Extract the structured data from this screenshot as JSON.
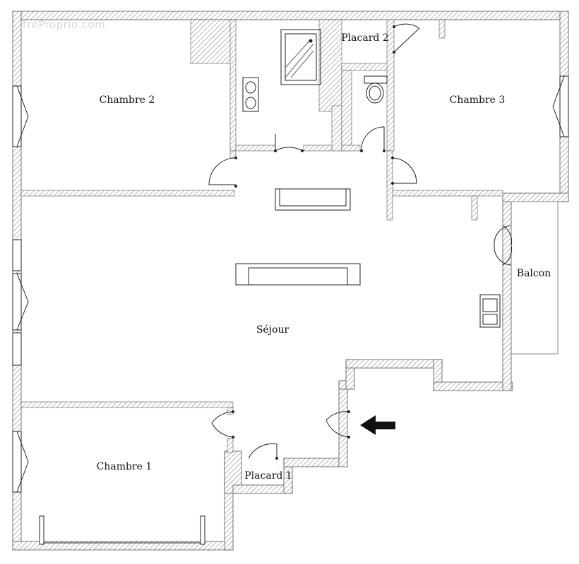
{
  "watermark": "EtreProprio.com",
  "rooms": {
    "chambre2": "Chambre 2",
    "chambre3": "Chambre 3",
    "chambre1": "Chambre 1",
    "sejour": "Séjour",
    "placard1": "Placard 1",
    "placard2": "Placard 2",
    "balcon": "Balcon"
  },
  "icons": {
    "entrance": "arrow-left-icon",
    "shower": "shower-icon",
    "sink": "double-sink-icon",
    "toilet": "toilet-icon",
    "fireplace": "fireplace-icon",
    "stove": "stove-icon"
  }
}
